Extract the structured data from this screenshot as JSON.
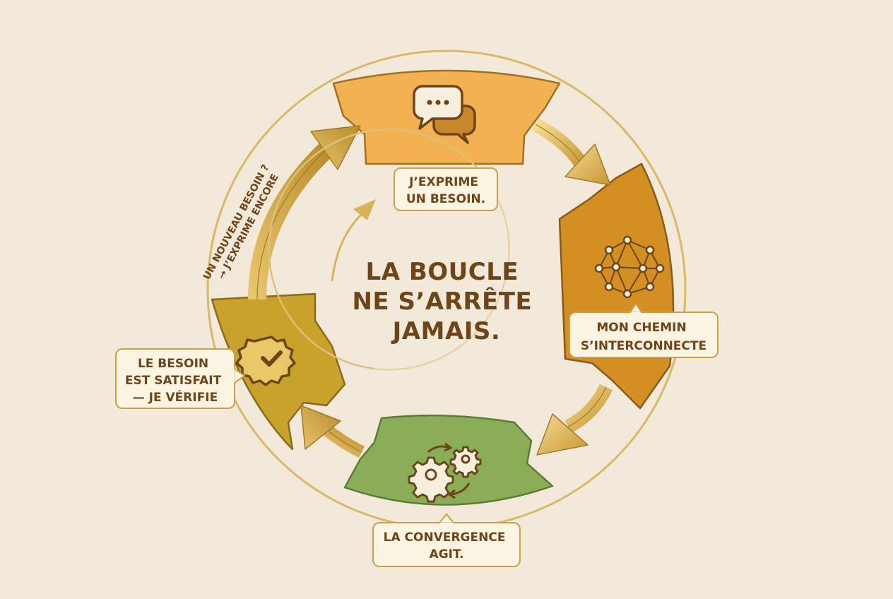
{
  "title_lines": [
    "LA BOUCLE",
    "NE S’ARRÊTE",
    "JAMAIS."
  ],
  "steps": [
    {
      "label_lines": [
        "J’EXPRIME",
        "UN BESOIN."
      ],
      "icon": "speech-bubbles-icon",
      "color": "#f2b251"
    },
    {
      "label_lines": [
        "MON CHEMIN",
        "S’INTERCONNECTE"
      ],
      "icon": "network-icon",
      "color": "#d38f22"
    },
    {
      "label_lines": [
        "LA CONVERGENCE",
        "AGIT."
      ],
      "icon": "gears-icon",
      "color": "#8aad58"
    },
    {
      "label_lines": [
        "LE BESOIN",
        "EST SATISFAIT",
        "— JE VÉRIFIE"
      ],
      "icon": "check-badge-icon",
      "color": "#c9a22c"
    }
  ],
  "loop_label_lines": [
    "UN NOUVEAU BESOIN ?",
    "→ J’EXPRIME ENCORE"
  ],
  "colors": {
    "background": "#f2e9db",
    "gold": "#d4ad4f",
    "dark_brown": "#6e4518",
    "label_bg": "#fbf4e3",
    "label_border": "#c9a04c"
  }
}
